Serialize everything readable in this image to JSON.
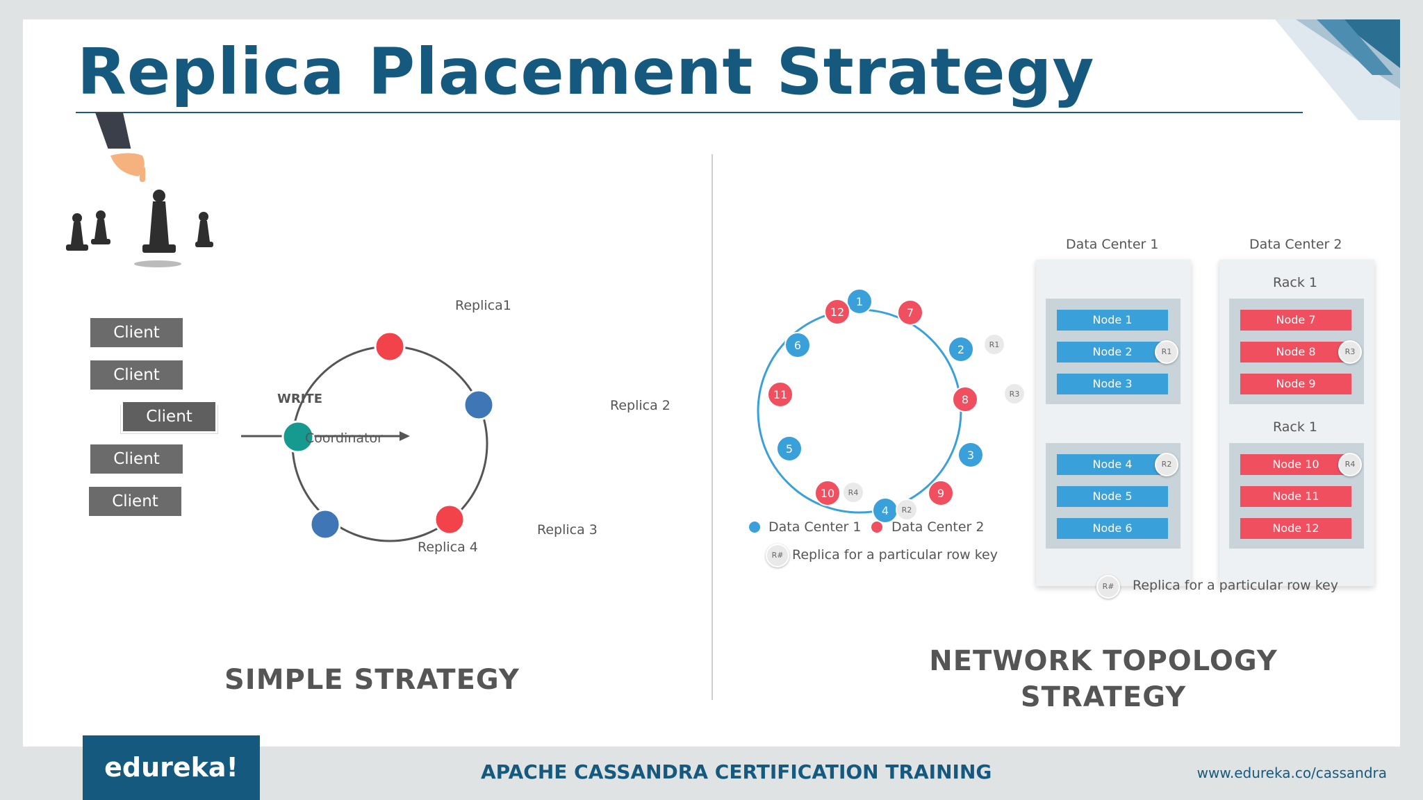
{
  "title": "Replica Placement Strategy",
  "simple": {
    "clients": [
      "Client",
      "Client",
      "Client",
      "Client",
      "Client"
    ],
    "write_label": "WRITE",
    "coordinator_label": "Coordinator",
    "replicas": [
      "Replica1",
      "Replica 2",
      "Replica 3",
      "Replica 4"
    ],
    "caption": "SIMPLE STRATEGY"
  },
  "network": {
    "ring_nodes": [
      "1",
      "7",
      "2",
      "8",
      "3",
      "9",
      "4",
      "10",
      "5",
      "11",
      "6",
      "12"
    ],
    "ring_tags": [
      "R1",
      "R3",
      "R2",
      "R4"
    ],
    "legend": {
      "dc1": "Data Center 1",
      "dc2": "Data Center 2",
      "tag": "R#",
      "replica_note": "Replica for a particular row key"
    },
    "dc1": {
      "title": "Data Center 1",
      "nodes": [
        "Node 1",
        "Node 2",
        "Node 3",
        "Node 4",
        "Node 5",
        "Node 6"
      ]
    },
    "dc2": {
      "title": "Data Center 2",
      "rack1": "Rack 1",
      "rack2": "Rack 1",
      "nodes": [
        "Node 7",
        "Node 8",
        "Node 9",
        "Node 10",
        "Node 11",
        "Node 12"
      ]
    },
    "panel_tags": [
      "R1",
      "R3",
      "R2",
      "R4"
    ],
    "bottom_legend_tag": "R#",
    "bottom_legend_note": "Replica for a particular row key",
    "caption_line1": "NETWORK TOPOLOGY",
    "caption_line2": "STRATEGY"
  },
  "footer": {
    "logo": "edureka!",
    "course": "APACHE CASSANDRA CERTIFICATION TRAINING",
    "url": "www.edureka.co/cassandra"
  },
  "colors": {
    "brand": "#155a7e",
    "dc1_blue": "#3aa0d9",
    "dc2_red": "#ef4f5f",
    "replica_red": "#f2424a",
    "replica_blue": "#3f76b6",
    "coordinator_teal": "#16998f"
  }
}
